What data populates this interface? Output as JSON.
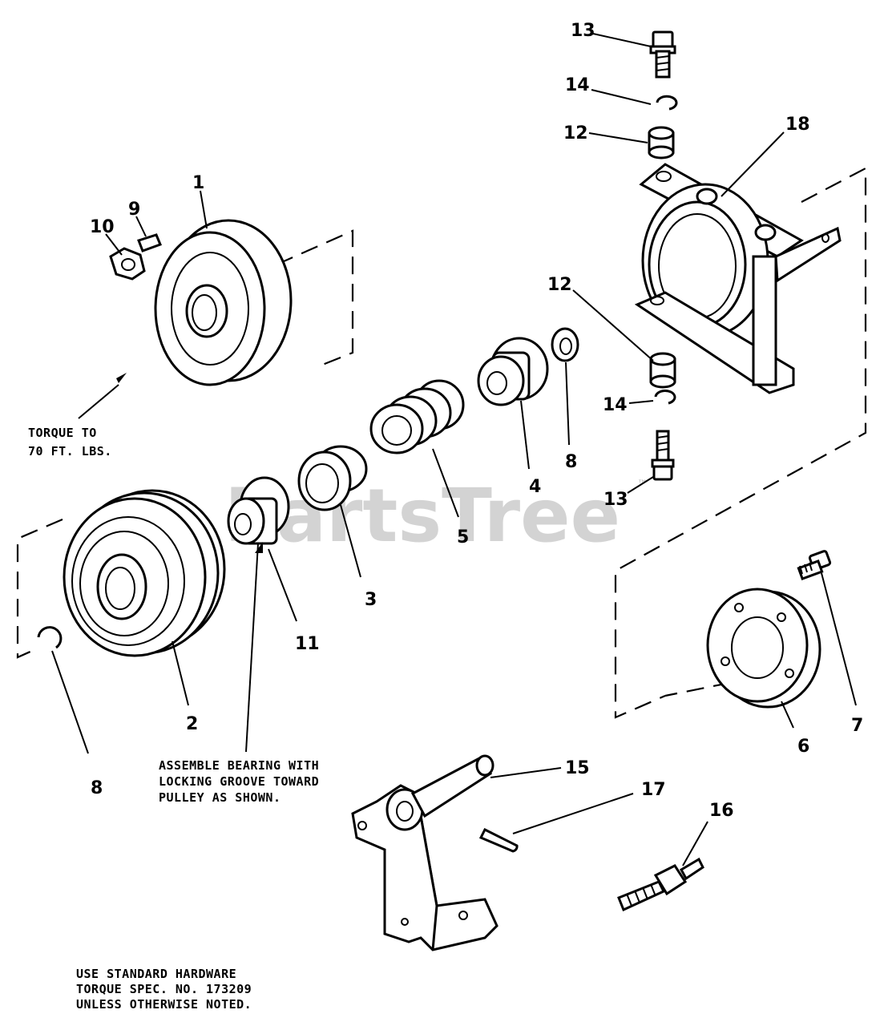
{
  "watermark": {
    "text": "PartsTree",
    "tm": "™"
  },
  "callouts": {
    "p1": "1",
    "p2": "2",
    "p3": "3",
    "p4": "4",
    "p5": "5",
    "p6": "6",
    "p7": "7",
    "p8a": "8",
    "p8b": "8",
    "p9": "9",
    "p10": "10",
    "p11": "11",
    "p12a": "12",
    "p12b": "12",
    "p13a": "13",
    "p13b": "13",
    "p14a": "14",
    "p14b": "14",
    "p15": "15",
    "p16": "16",
    "p17": "17",
    "p18": "18"
  },
  "notes": {
    "torque": [
      "TORQUE TO",
      "70 FT. LBS."
    ],
    "bearing": [
      "ASSEMBLE BEARING WITH",
      "LOCKING GROOVE TOWARD",
      "PULLEY AS SHOWN."
    ],
    "hardware": [
      "USE STANDARD HARDWARE",
      "TORQUE SPEC. NO. 173209",
      "UNLESS OTHERWISE NOTED."
    ]
  }
}
